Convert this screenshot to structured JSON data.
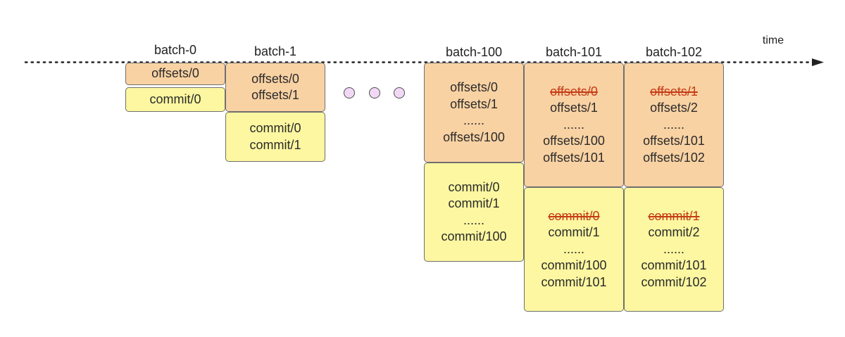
{
  "time_label": "time",
  "batches": [
    {
      "label": "batch-0",
      "offsets": [
        {
          "text": "offsets/0",
          "struck": false
        }
      ],
      "commits": [
        {
          "text": "commit/0",
          "struck": false
        }
      ]
    },
    {
      "label": "batch-1",
      "offsets": [
        {
          "text": "offsets/0",
          "struck": false
        },
        {
          "text": "offsets/1",
          "struck": false
        }
      ],
      "commits": [
        {
          "text": "commit/0",
          "struck": false
        },
        {
          "text": "commit/1",
          "struck": false
        }
      ]
    },
    {
      "label": "batch-100",
      "offsets": [
        {
          "text": "offsets/0",
          "struck": false
        },
        {
          "text": "offsets/1",
          "struck": false
        },
        {
          "text": "......",
          "struck": false
        },
        {
          "text": "offsets/100",
          "struck": false
        }
      ],
      "commits": [
        {
          "text": "commit/0",
          "struck": false
        },
        {
          "text": "commit/1",
          "struck": false
        },
        {
          "text": "......",
          "struck": false
        },
        {
          "text": "commit/100",
          "struck": false
        }
      ]
    },
    {
      "label": "batch-101",
      "offsets": [
        {
          "text": "offsets/0",
          "struck": true
        },
        {
          "text": "offsets/1",
          "struck": false
        },
        {
          "text": "......",
          "struck": false
        },
        {
          "text": "offsets/100",
          "struck": false
        },
        {
          "text": "offsets/101",
          "struck": false
        }
      ],
      "commits": [
        {
          "text": "commit/0",
          "struck": true
        },
        {
          "text": "commit/1",
          "struck": false
        },
        {
          "text": "......",
          "struck": false
        },
        {
          "text": "commit/100",
          "struck": false
        },
        {
          "text": "commit/101",
          "struck": false
        }
      ]
    },
    {
      "label": "batch-102",
      "offsets": [
        {
          "text": "offsets/1",
          "struck": true
        },
        {
          "text": "offsets/2",
          "struck": false
        },
        {
          "text": "......",
          "struck": false
        },
        {
          "text": "offsets/101",
          "struck": false
        },
        {
          "text": "offsets/102",
          "struck": false
        }
      ],
      "commits": [
        {
          "text": "commit/1",
          "struck": true
        },
        {
          "text": "commit/2",
          "struck": false
        },
        {
          "text": "......",
          "struck": false
        },
        {
          "text": "commit/101",
          "struck": false
        },
        {
          "text": "commit/102",
          "struck": false
        }
      ]
    }
  ],
  "colors": {
    "offsets_fill": "#f9d2a3",
    "commit_fill": "#fcf7a0",
    "strike": "#c63a15",
    "ellipsis_dot_fill": "#f1d9f6"
  }
}
